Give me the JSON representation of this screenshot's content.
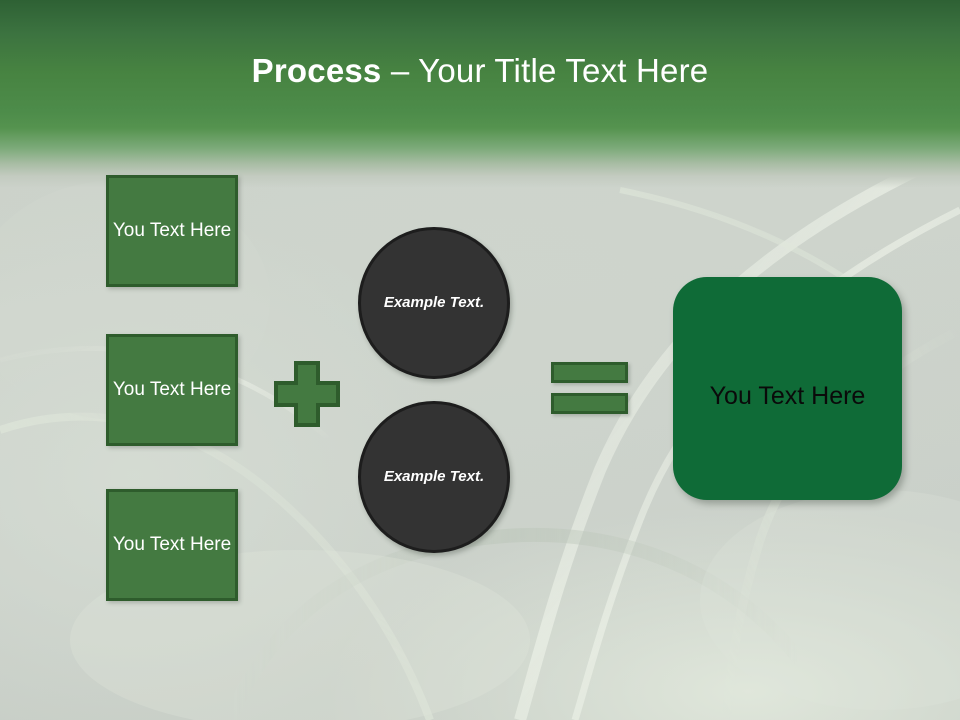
{
  "slide": {
    "title_bold": "Process",
    "title_rest": " – Your Title Text Here",
    "accent_green": "#447a41",
    "accent_green_dark": "#2e5c2c",
    "header_green_top": "#2e6134",
    "header_green_bottom": "#55934f",
    "result_green": "#0f6b37",
    "circle_dark": "#333333",
    "background": "#ccd2cb"
  },
  "inputs": [
    {
      "label": "You Text Here"
    },
    {
      "label": "You Text Here"
    },
    {
      "label": "You Text Here"
    }
  ],
  "operators": {
    "plus": "+",
    "equals": "="
  },
  "circles": [
    {
      "label": "Example Text."
    },
    {
      "label": "Example Text."
    }
  ],
  "result": {
    "label": "You Text Here"
  }
}
